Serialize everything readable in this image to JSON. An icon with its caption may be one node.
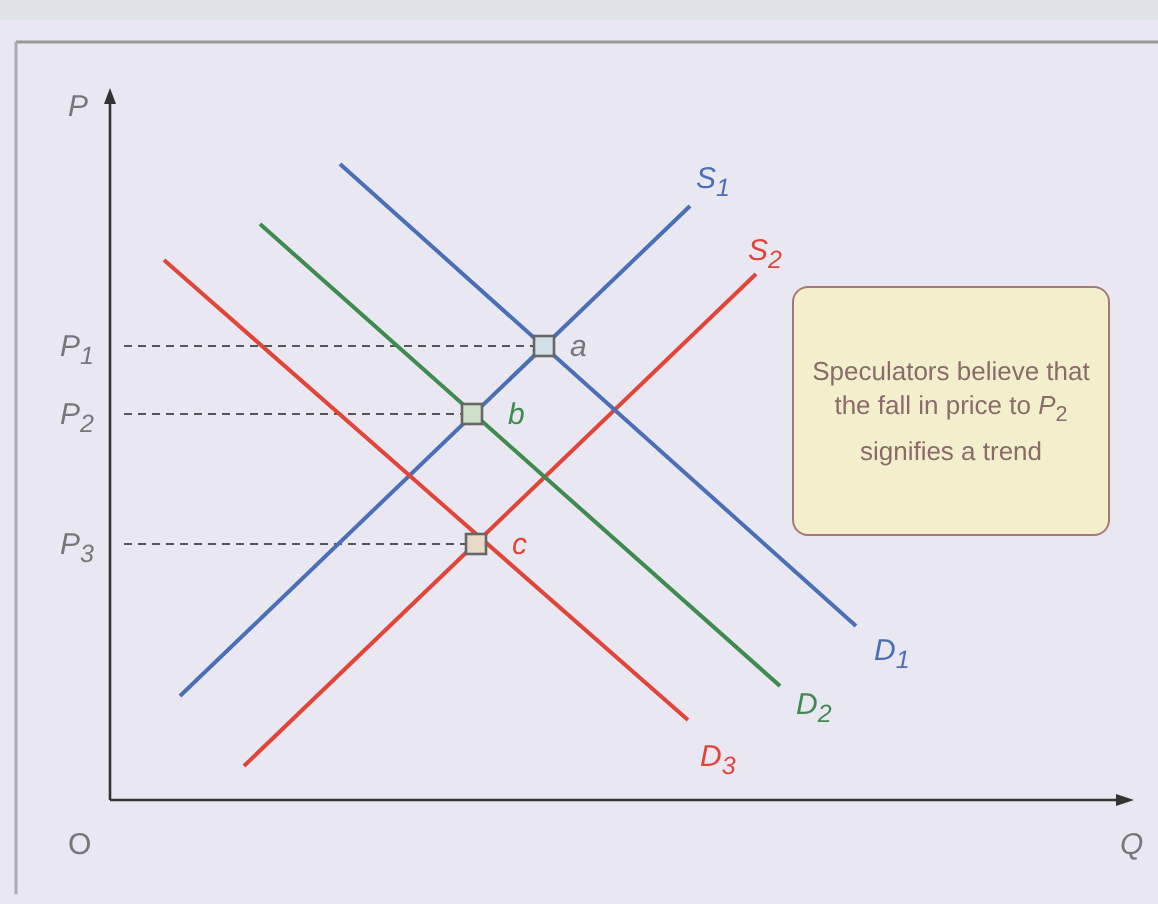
{
  "diagram": {
    "nodes": [
      {
        "text": [
          "Speculators believe that the fall in price to *P*$_{2}$ signifies a trend"
        ]
      }
    ],
    "labels": [
      "P",
      "S$_{1}$",
      "S$_{2}$",
      "P$_{1}$",
      "a",
      "P$_{2}$",
      "b",
      "P$_{3}$",
      "c",
      "D$_{1}$",
      "D$_{2}$",
      "D$_{3}$",
      "O",
      "Q"
    ]
  }
}
